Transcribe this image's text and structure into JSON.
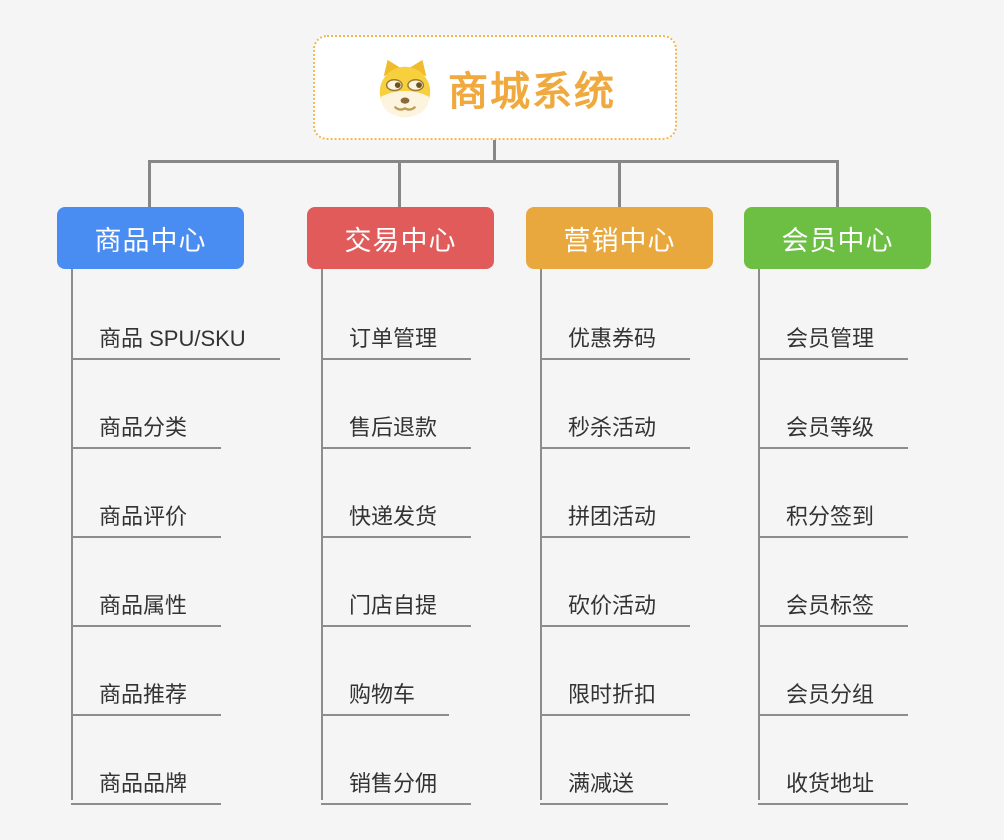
{
  "root": {
    "title": "商城系统",
    "icon": "dog-face-icon"
  },
  "colors": {
    "background": "#f5f5f6",
    "root_border": "#f3b64e",
    "root_title": "#f0a93e",
    "connector": "#878787",
    "leaf_text": "#333333",
    "branch_product": "#4a8df2",
    "branch_trade": "#e25b5b",
    "branch_marketing": "#e9a83e",
    "branch_member": "#6dbf44"
  },
  "branches": [
    {
      "id": "product-center",
      "title": "商品中心",
      "color": "#4a8df2",
      "items": [
        "商品 SPU/SKU",
        "商品分类",
        "商品评价",
        "商品属性",
        "商品推荐",
        "商品品牌"
      ]
    },
    {
      "id": "trade-center",
      "title": "交易中心",
      "color": "#e25b5b",
      "items": [
        "订单管理",
        "售后退款",
        "快递发货",
        "门店自提",
        "购物车",
        "销售分佣"
      ]
    },
    {
      "id": "marketing-center",
      "title": "营销中心",
      "color": "#e9a83e",
      "items": [
        "优惠券码",
        "秒杀活动",
        "拼团活动",
        "砍价活动",
        "限时折扣",
        "满减送"
      ]
    },
    {
      "id": "member-center",
      "title": "会员中心",
      "color": "#6dbf44",
      "items": [
        "会员管理",
        "会员等级",
        "积分签到",
        "会员标签",
        "会员分组",
        "收货地址"
      ]
    }
  ]
}
